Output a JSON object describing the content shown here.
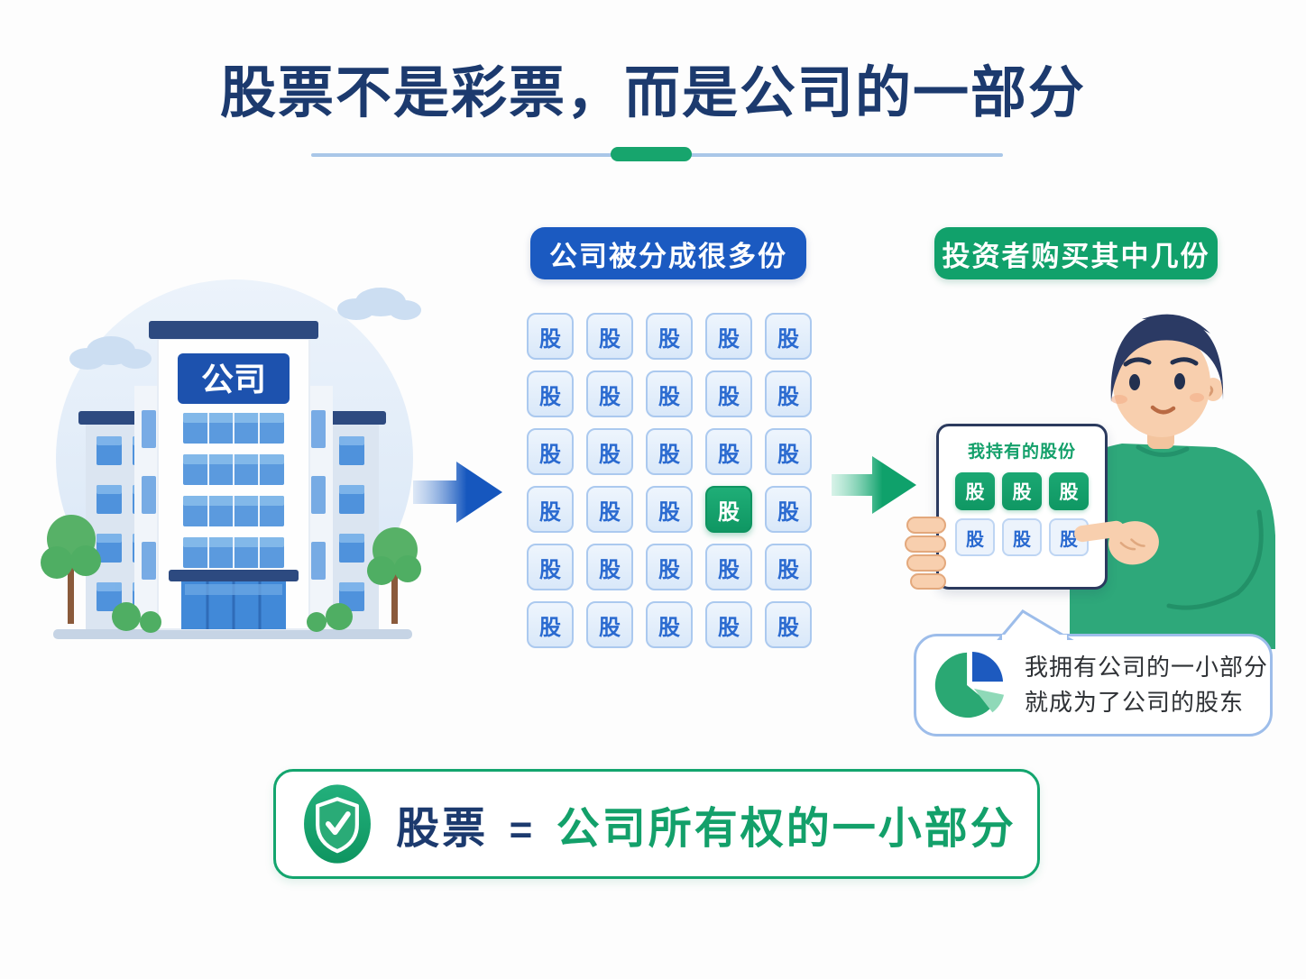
{
  "title": "股票不是彩票，而是公司的一部分",
  "building": {
    "sign": "公司"
  },
  "flow": {
    "middle_header": "公司被分成很多份",
    "right_header": "投资者购买其中几份"
  },
  "share_grid": {
    "label": "股",
    "cols": 5,
    "rows": 6,
    "highlight_index": 18
  },
  "holding_card": {
    "title": "我持有的股份",
    "label": "股",
    "owned_count": 3,
    "other_count": 3
  },
  "speech_bubble": {
    "line1": "我拥有公司的一小部分",
    "line2": "就成为了公司的股东"
  },
  "footer": {
    "term": "股票",
    "equals": "=",
    "definition": "公司所有权的一小部分"
  },
  "colors": {
    "navy": "#1c3a6e",
    "blue": "#1b5ac1",
    "green": "#12a16d",
    "tile_bg": "#e4eefb",
    "tile_border": "#abc9ef",
    "tile_text": "#2a6ad0",
    "sweater_green": "#2ea87a",
    "bubble_border": "#9dbdea"
  }
}
